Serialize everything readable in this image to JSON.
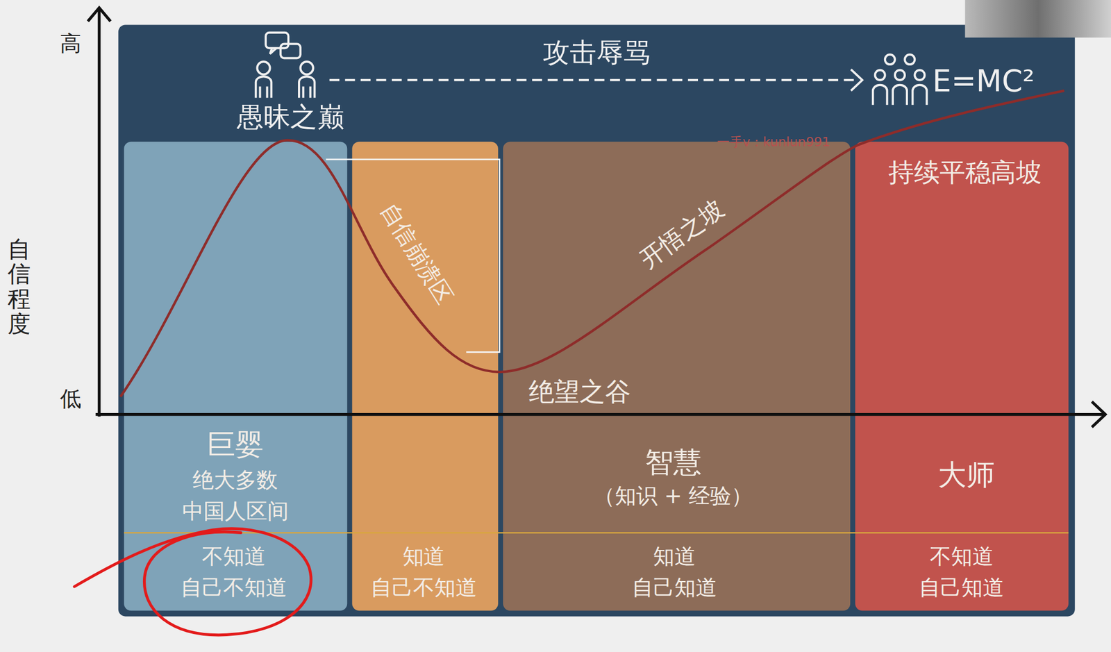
{
  "diagram": {
    "nodes": [
      {
        "text": [
          "巨婴",
          "绝大多数 中国人区间",
          "不知道 自己不知道"
        ]
      },
      {
        "text": [
          "自信崩溃区",
          "知道 自己不知道"
        ]
      },
      {
        "text": [
          "开悟之坡",
          "绝望之谷",
          "智慧",
          "（知识 + 经验）",
          "知道 自己知道"
        ]
      },
      {
        "text": [
          "持续平稳高坡",
          "大师",
          "不知道 自己知道"
        ]
      }
    ],
    "labels": [
      "高",
      "低",
      "自信程度",
      "攻击辱骂",
      "愚昧之巅",
      "E=MC²",
      "一手v：kunlun991"
    ]
  }
}
